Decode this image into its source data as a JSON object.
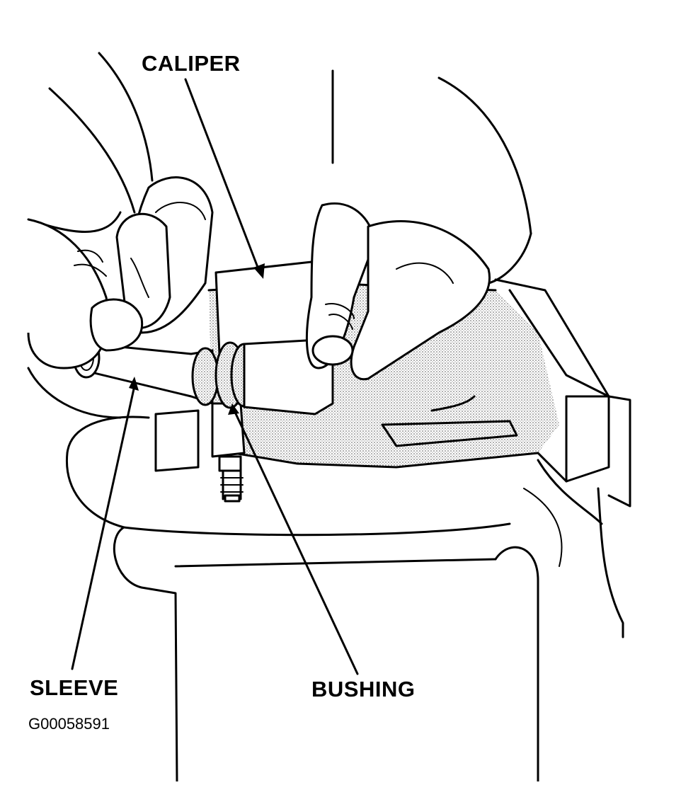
{
  "labels": {
    "caliper": "CALIPER",
    "sleeve": "SLEEVE",
    "bushing": "BUSHING"
  },
  "figure_id": "G00058591",
  "colors": {
    "ink": "#000000",
    "background": "#ffffff",
    "stipple": "#9a9a9a"
  }
}
